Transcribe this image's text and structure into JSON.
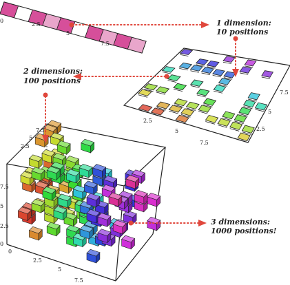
{
  "labels": {
    "one_dim_line1": "1 dimension:",
    "one_dim_line2": "10 positions",
    "two_dim_line1": "2 dimensions:",
    "two_dim_line2": "100 positions",
    "three_dim_line1": "3 dimensions:",
    "three_dim_line2": "1000 positions!"
  },
  "strip_ticks": [
    "0",
    "2.5",
    "5",
    "7.5"
  ],
  "plane_ticks_bottom": [
    "2.5",
    "5",
    "7.5"
  ],
  "plane_ticks_right": [
    "2.5",
    "5",
    "7.5"
  ],
  "cube_ticks_left_upper": [
    "2.5",
    "5",
    "7.5"
  ],
  "cube_ticks_left_lower": [
    "0",
    "2.5",
    "5",
    "7.5"
  ],
  "cube_ticks_bottom": [
    "0",
    "2.5",
    "5",
    "7.5"
  ],
  "colors": {
    "strip_cell": "#d64f9a",
    "strip_cell_light": "#e9a6cb",
    "arrow": "#e0473c",
    "frame": "#222222"
  }
}
